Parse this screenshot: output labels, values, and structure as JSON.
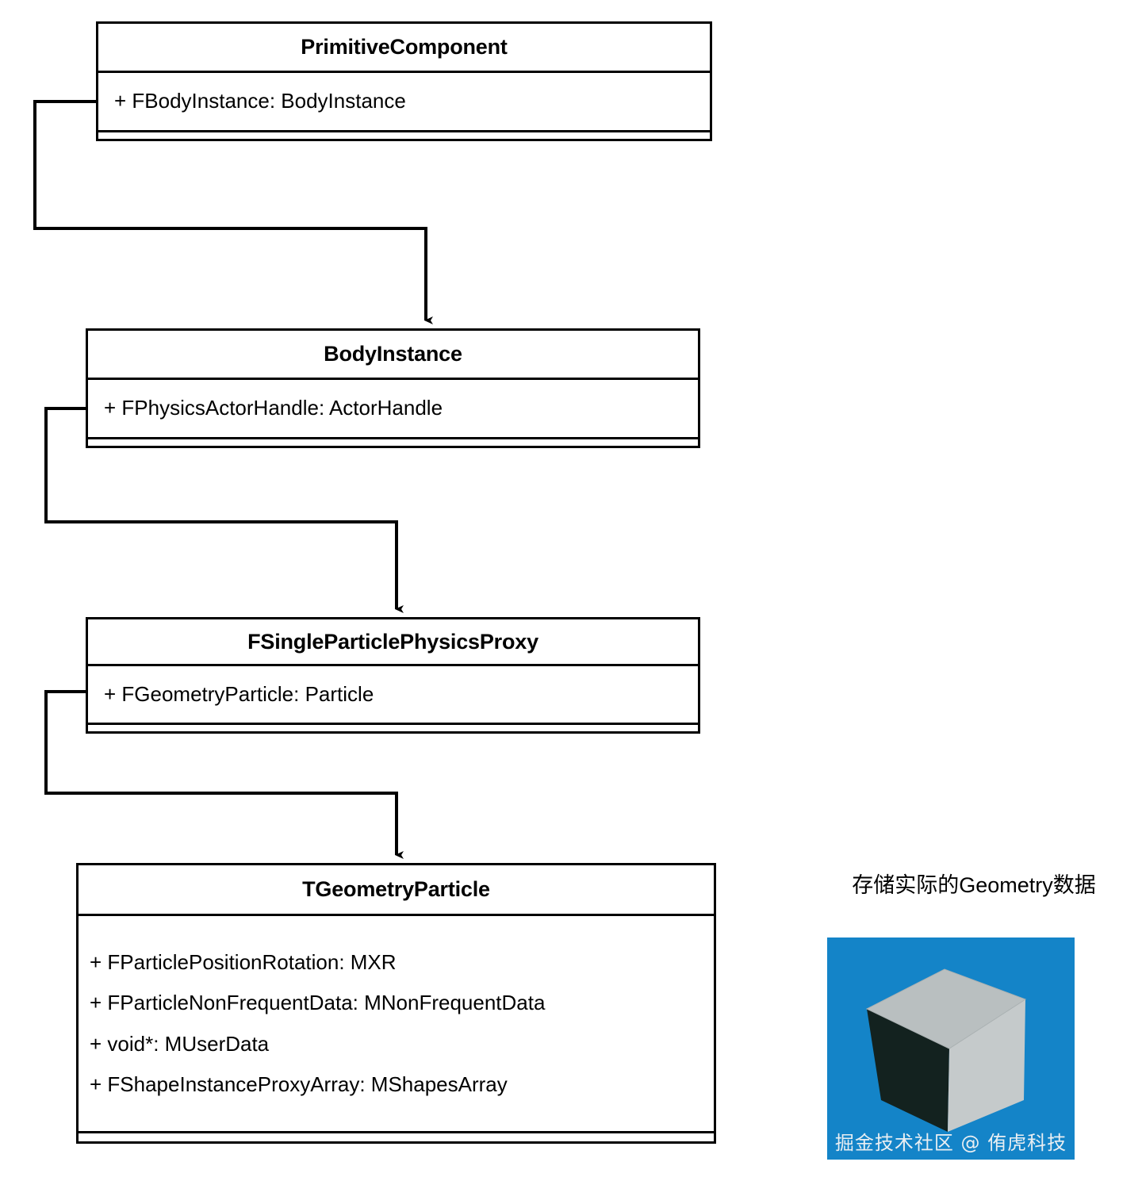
{
  "diagram": {
    "type": "uml-class-diagram",
    "background_color": "#ffffff",
    "line_color": "#000000",
    "classes": [
      {
        "id": "primitivecomponent",
        "name": "PrimitiveComponent",
        "attributes": [
          "+ FBodyInstance: BodyInstance"
        ],
        "methods": []
      },
      {
        "id": "bodyinstance",
        "name": "BodyInstance",
        "attributes": [
          "+ FPhysicsActorHandle: ActorHandle"
        ],
        "methods": []
      },
      {
        "id": "fsingleparticlephysicsproxy",
        "name": "FSingleParticlePhysicsProxy",
        "attributes": [
          "+ FGeometryParticle: Particle"
        ],
        "methods": []
      },
      {
        "id": "tgeometryparticle",
        "name": "TGeometryParticle",
        "attributes": [
          "+ FParticlePositionRotation: MXR",
          "+ FParticleNonFrequentData: MNonFrequentData",
          "+ void*: MUserData",
          "+ FShapeInstanceProxyArray: MShapesArray"
        ],
        "methods": []
      }
    ],
    "connectors": [
      {
        "from": "primitivecomponent",
        "to": "bodyinstance",
        "style": "orthogonal-arrow"
      },
      {
        "from": "bodyinstance",
        "to": "fsingleparticlephysicsproxy",
        "style": "orthogonal-arrow"
      },
      {
        "from": "fsingleparticlephysicsproxy",
        "to": "tgeometryparticle",
        "style": "orthogonal-arrow"
      }
    ]
  },
  "annotation": {
    "geometry_note": "存储实际的Geometry数据"
  },
  "thumbnail": {
    "alt_name": "grey-cube-on-blue-background",
    "background_color": "#1484c8",
    "cube_light_face_color": "#c3c8c9",
    "cube_top_face_color": "#b9bfc0",
    "cube_dark_face_color": "#12211f",
    "watermark": "掘金技术社区 @ 侑虎科技"
  }
}
